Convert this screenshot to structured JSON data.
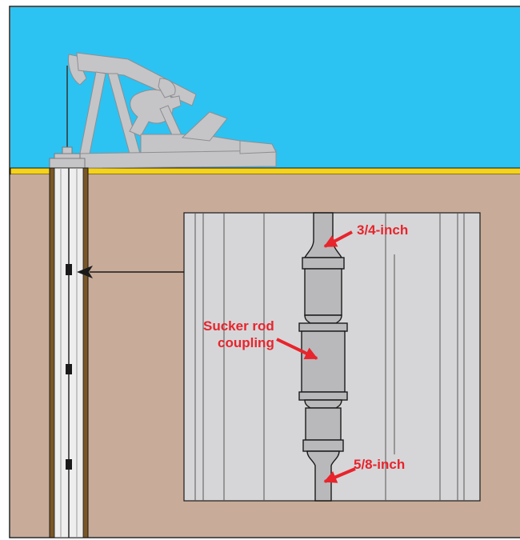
{
  "labels": {
    "top_rod": "3/4-inch",
    "coupling_line1": "Sucker rod",
    "coupling_line2": "coupling",
    "bottom_rod": "5/8-inch"
  },
  "icons": {
    "pumpjack": "pumpjack-icon"
  },
  "colors": {
    "sky": "#2CC3F2",
    "ground": "#C9AB99",
    "surface_line": "#F5D21B",
    "casing": "#7A5726",
    "tubing": "#EEEEEE",
    "inset_bg": "#D6D6D8",
    "rod": "#B9B9BC",
    "pumpjack": "#C5C5C8",
    "callout": "#E8242C",
    "outline": "#1A1A1A"
  }
}
